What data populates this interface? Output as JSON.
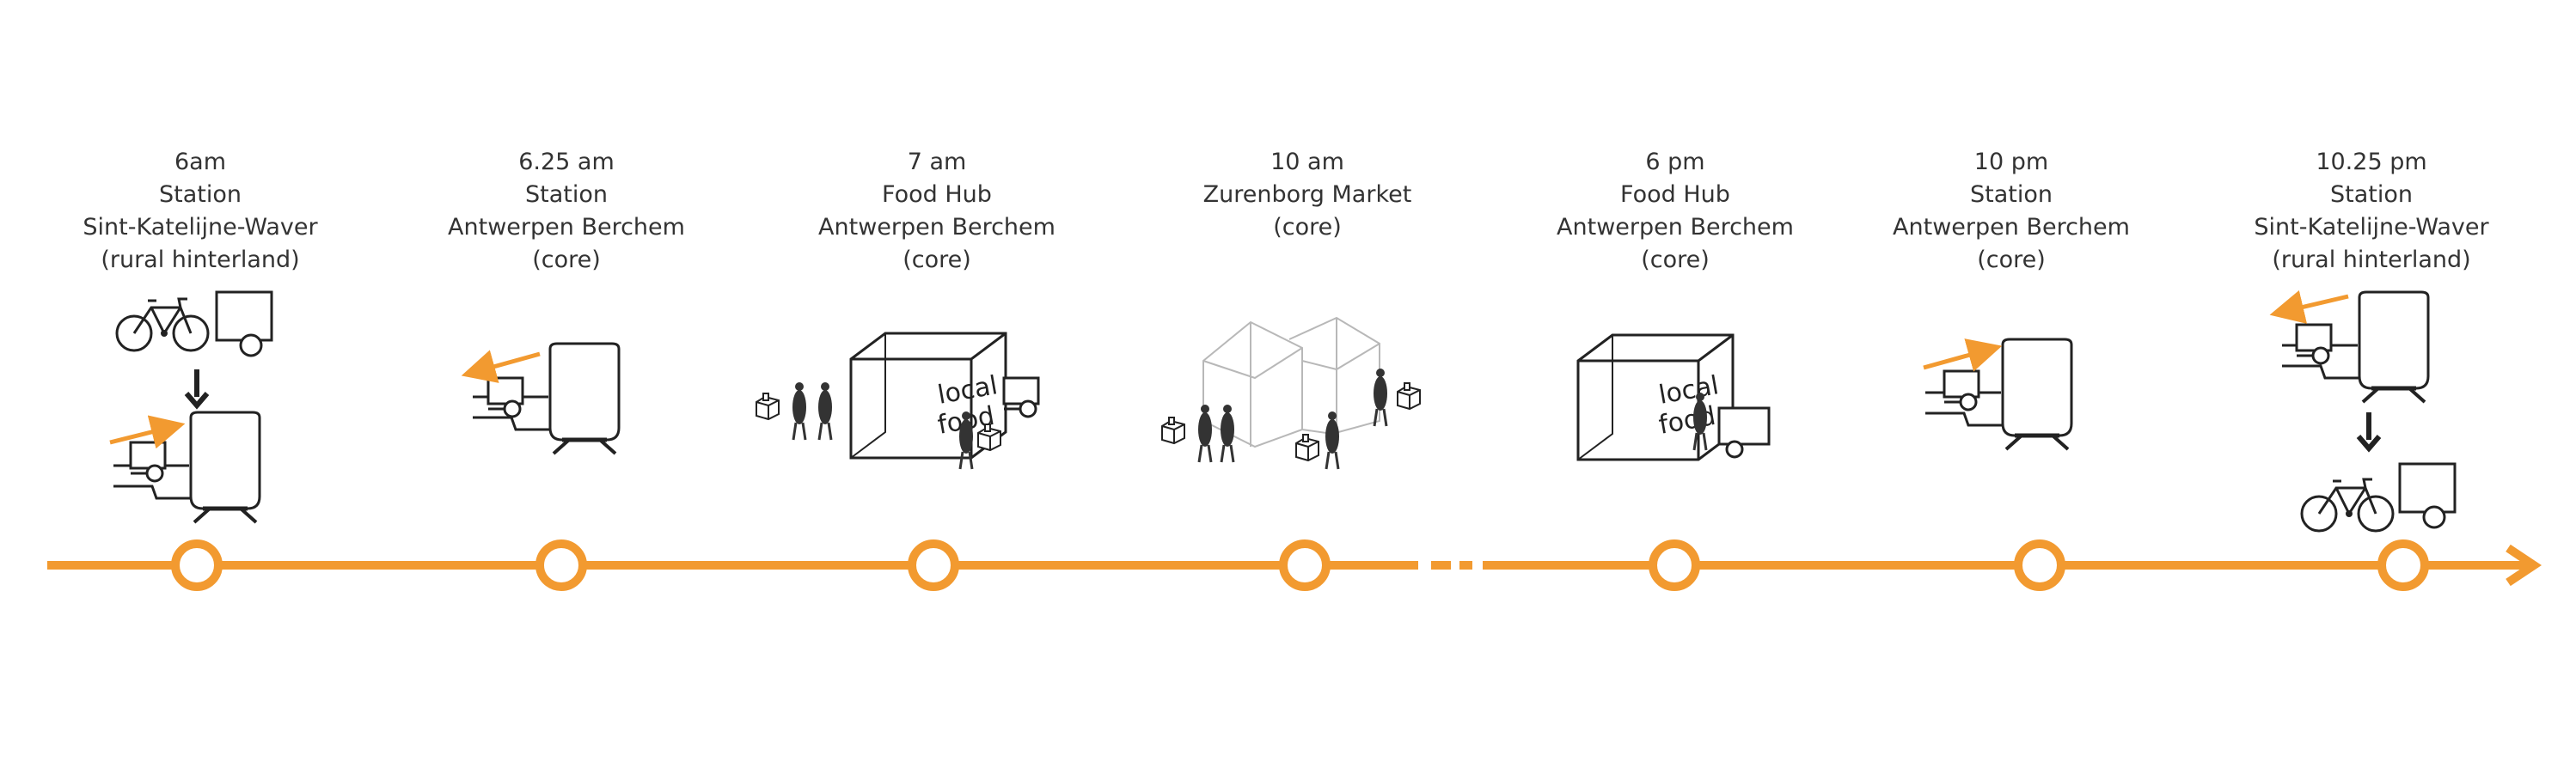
{
  "colors": {
    "accent": "#f29a30",
    "ink": "#222222",
    "fill_dark": "#333333",
    "building": "#b8b8b8"
  },
  "stops": [
    {
      "time": "6am",
      "lines": [
        "Station",
        "Sint-Katelijne-Waver",
        "(rural hinterland)"
      ]
    },
    {
      "time": "6.25 am",
      "lines": [
        "Station",
        "Antwerpen Berchem",
        "(core)"
      ]
    },
    {
      "time": "7 am",
      "lines": [
        "Food Hub",
        "Antwerpen Berchem",
        "(core)"
      ]
    },
    {
      "time": "10 am",
      "lines": [
        "Zurenborg Market",
        "(core)"
      ]
    },
    {
      "time": "6 pm",
      "lines": [
        "Food Hub",
        "Antwerpen Berchem",
        "(core)"
      ]
    },
    {
      "time": "10 pm",
      "lines": [
        "Station",
        "Antwerpen Berchem",
        "(core)"
      ]
    },
    {
      "time": "10.25 pm",
      "lines": [
        "Station",
        "Sint-Katelijne-Waver",
        "(rural hinterland)"
      ]
    }
  ],
  "hub_sign": {
    "line1": "local",
    "line2": "food"
  },
  "icons": [
    "bicycle-cargo-icon",
    "train-icon",
    "food-hub-icon",
    "market-icon",
    "person-icon",
    "crate-icon"
  ]
}
